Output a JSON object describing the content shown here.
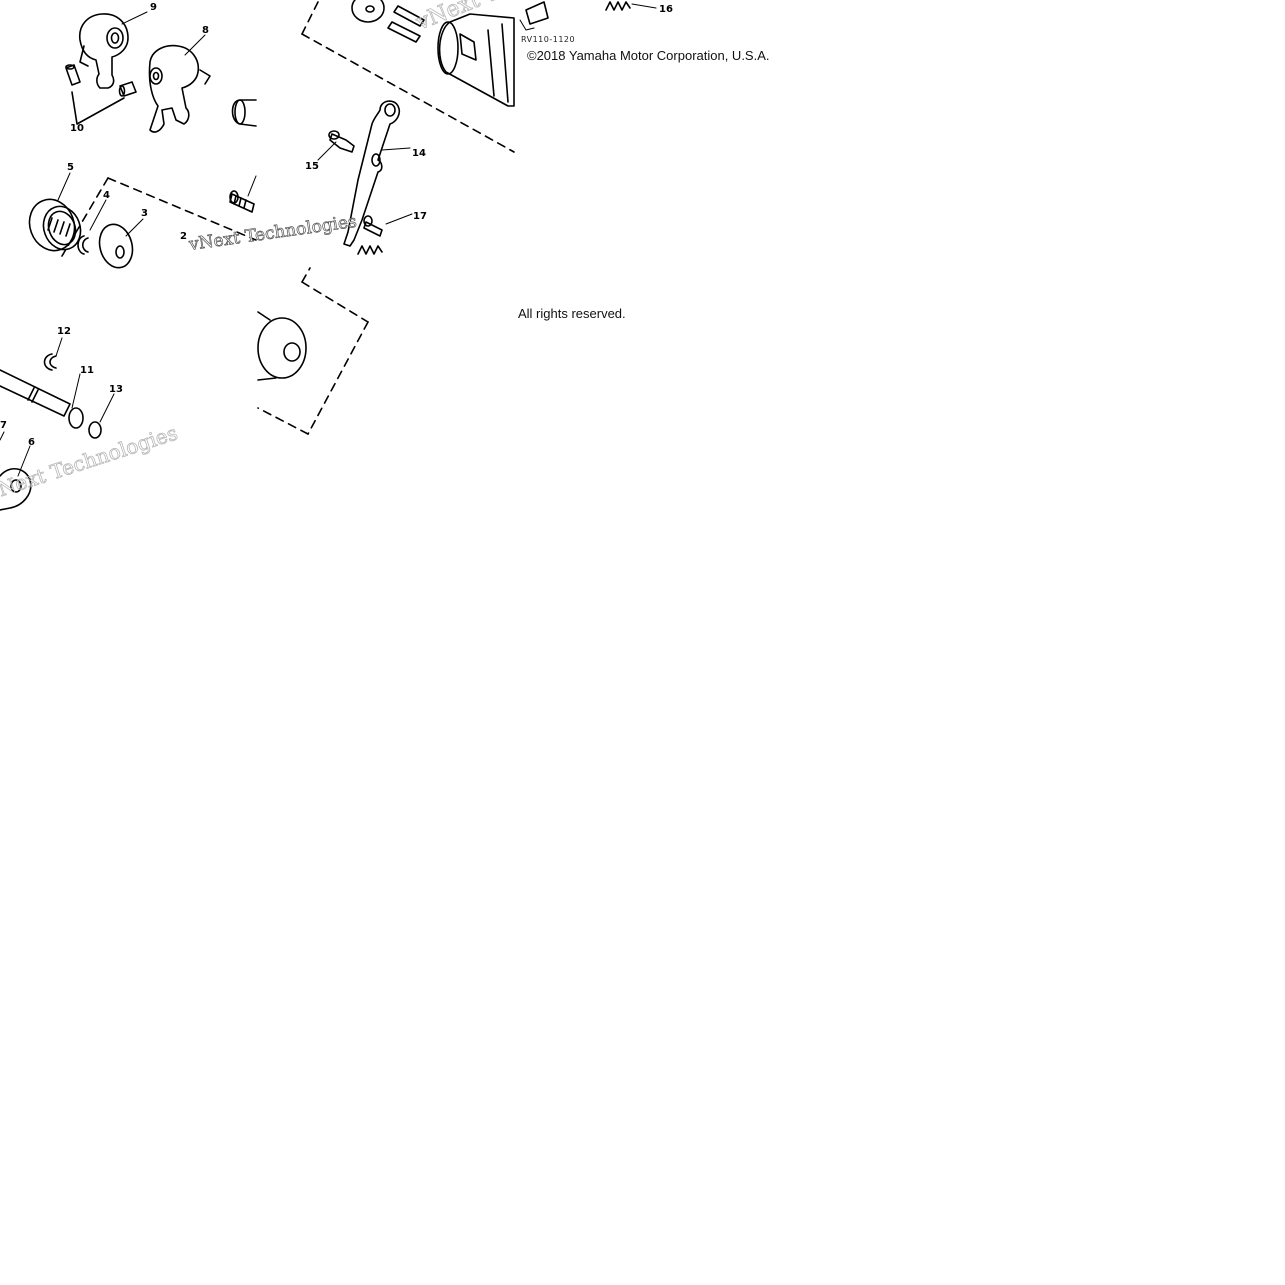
{
  "drawing": {
    "code": "RV110-1120",
    "copyright": "©2018 Yamaha Motor Corporation, U.S.A.",
    "rights": "All rights reserved.",
    "watermark": "vNext Technologies",
    "callouts": {
      "c2": "2",
      "c3": "3",
      "c4": "4",
      "c5": "5",
      "c6": "6",
      "c7": "7",
      "c8": "8",
      "c9": "9",
      "c10": "10",
      "c11": "11",
      "c12": "12",
      "c13": "13",
      "c14": "14",
      "c15": "15",
      "c16": "16",
      "c17": "17"
    }
  }
}
